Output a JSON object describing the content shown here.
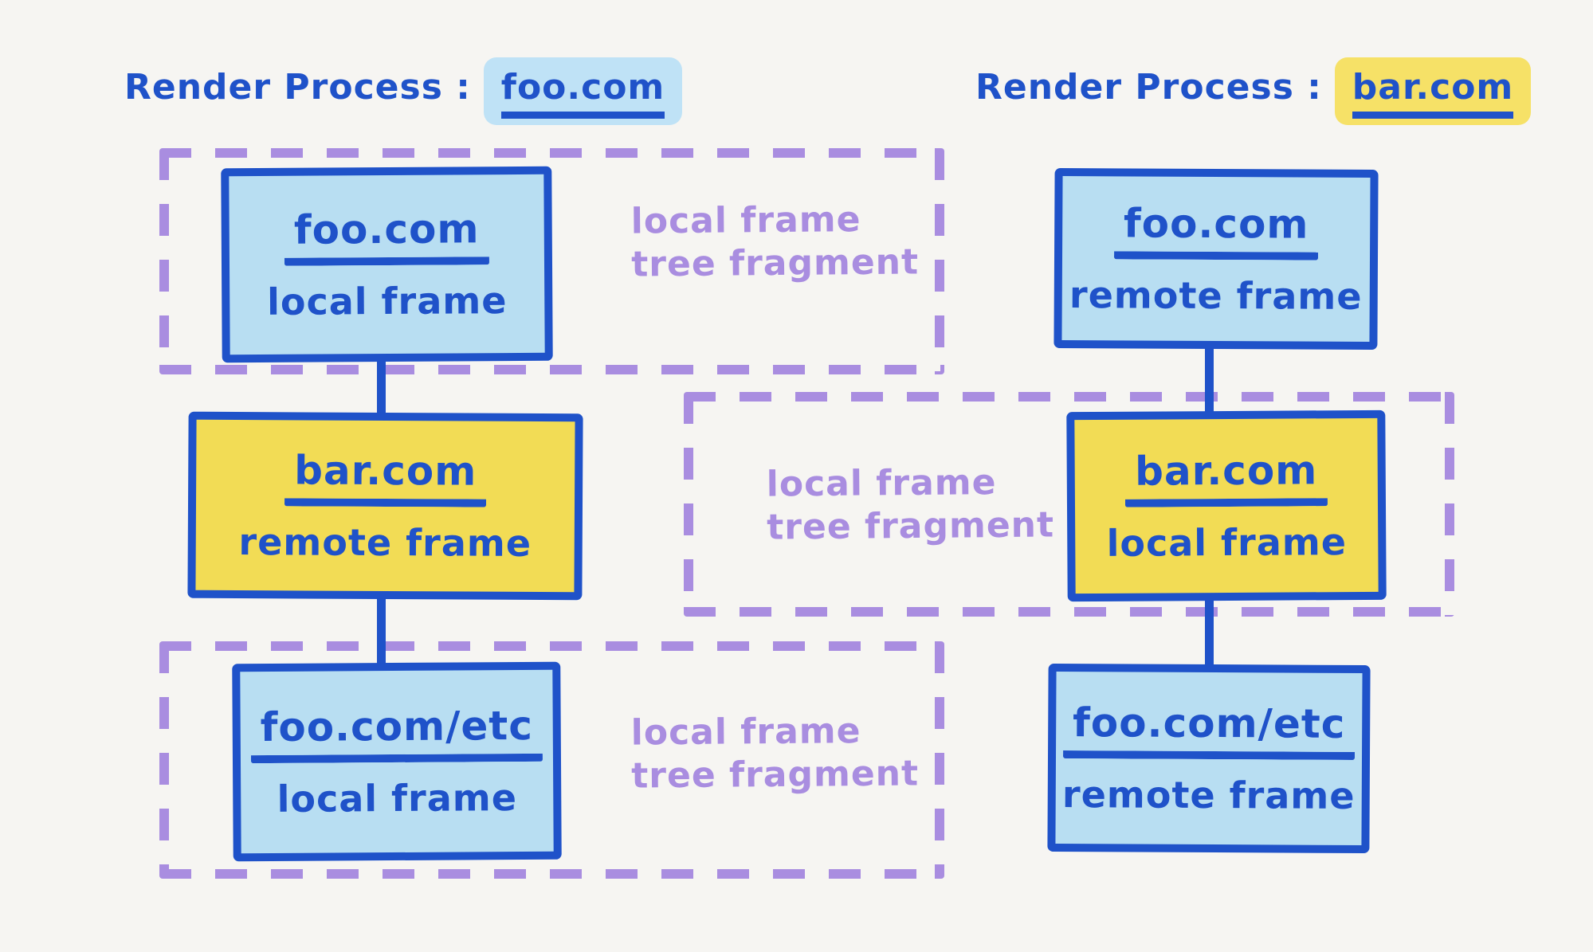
{
  "colors": {
    "bg": "#f6f5f2",
    "ink": "#1f52c9",
    "sky": "#b8def2",
    "sky_hl": "#bfe2f6",
    "sun": "#f2dc55",
    "sun_hl": "#f6e167",
    "purple": "#a98de0"
  },
  "processes": [
    {
      "side": "left",
      "title": {
        "prefix": "Render Process :",
        "domain": "foo.com"
      },
      "nodes": [
        {
          "domain": "foo.com",
          "frame_type": "local frame"
        },
        {
          "domain": "bar.com",
          "frame_type": "remote frame"
        },
        {
          "domain": "foo.com/etc",
          "frame_type": "local frame"
        }
      ],
      "fragments": [
        {
          "line1": "local frame",
          "line2": "tree fragment"
        },
        {
          "line1": "local frame",
          "line2": "tree fragment"
        }
      ]
    },
    {
      "side": "right",
      "title": {
        "prefix": "Render Process :",
        "domain": "bar.com"
      },
      "nodes": [
        {
          "domain": "foo.com",
          "frame_type": "remote frame"
        },
        {
          "domain": "bar.com",
          "frame_type": "local frame"
        },
        {
          "domain": "foo.com/etc",
          "frame_type": "remote frame"
        }
      ],
      "fragments": [
        {
          "line1": "local frame",
          "line2": "tree fragment"
        }
      ]
    }
  ]
}
